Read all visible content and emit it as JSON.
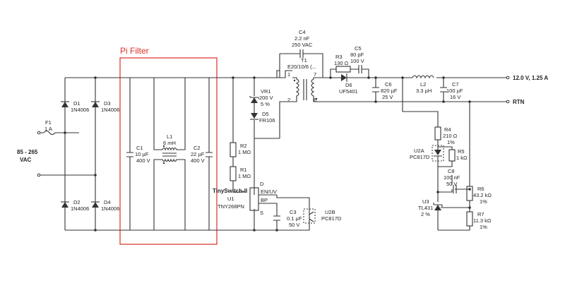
{
  "pi_filter": {
    "label": "Pi Filter",
    "color": "#d93025"
  },
  "input": {
    "label1": "85 - 265",
    "label2": "VAC"
  },
  "output": {
    "vout": "12.0 V, 1.25 A",
    "rtn": "RTN"
  },
  "components": {
    "F1": {
      "ref": "F1",
      "value": "1 A"
    },
    "D1": {
      "ref": "D1",
      "value": "1N4006"
    },
    "D2": {
      "ref": "D2",
      "value": "1N4006"
    },
    "D3": {
      "ref": "D3",
      "value": "1N4006"
    },
    "D4": {
      "ref": "D4",
      "value": "1N4006"
    },
    "C1": {
      "ref": "C1",
      "value": "10 µF",
      "rating": "400 V"
    },
    "L1": {
      "ref": "L1",
      "value": "6 mH"
    },
    "C2": {
      "ref": "C2",
      "value": "22 µF",
      "rating": "400 V"
    },
    "R2": {
      "ref": "R2",
      "value": "1 MΩ"
    },
    "R1": {
      "ref": "R1",
      "value": "1 MΩ"
    },
    "VR1": {
      "ref": "VR1",
      "value": "200 V",
      "tol": "5 %"
    },
    "D5": {
      "ref": "D5",
      "value": "FR106"
    },
    "C4": {
      "ref": "C4",
      "value": "2.2 nF",
      "rating": "250 VAC"
    },
    "T1": {
      "ref": "T1",
      "value": "E20/10/6 (...",
      "p1": "1",
      "p2": "2",
      "p7": "7",
      "p6": "6"
    },
    "R3": {
      "ref": "R3",
      "value": "130 Ω"
    },
    "C5": {
      "ref": "C5",
      "value": "80 pF",
      "rating": "100 V"
    },
    "D6": {
      "ref": "D6",
      "value": "UF5401"
    },
    "C6": {
      "ref": "C6",
      "value": "820 µF",
      "rating": "25 V"
    },
    "L2": {
      "ref": "L2",
      "value": "3.3 µH"
    },
    "C7": {
      "ref": "C7",
      "value": "100 µF",
      "rating": "16 V"
    },
    "U1": {
      "family": "TinySwitch-II",
      "ref": "U1",
      "part": "TNY268PN",
      "pin_d": "D",
      "pin_en": "EN/UV",
      "pin_bp": "BP",
      "pin_s": "S"
    },
    "C3": {
      "ref": "C3",
      "value": "0.1 µF",
      "rating": "50 V"
    },
    "U2B": {
      "ref": "U2B",
      "part": "PC817D"
    },
    "R4": {
      "ref": "R4",
      "value": "210 Ω",
      "tol": "1%"
    },
    "U2A": {
      "ref": "U2A",
      "part": "PC817D"
    },
    "R5": {
      "ref": "R5",
      "value": "1 kΩ"
    },
    "C8": {
      "ref": "C8",
      "value": "100 nF",
      "rating": "50 V"
    },
    "U3": {
      "ref": "U3",
      "part": "TL431",
      "tol": "2 %"
    },
    "R6": {
      "ref": "R6",
      "value": "43.2 kΩ",
      "tol": "1%"
    },
    "R7": {
      "ref": "R7",
      "value": "11.3 kΩ",
      "tol": "1%"
    }
  }
}
